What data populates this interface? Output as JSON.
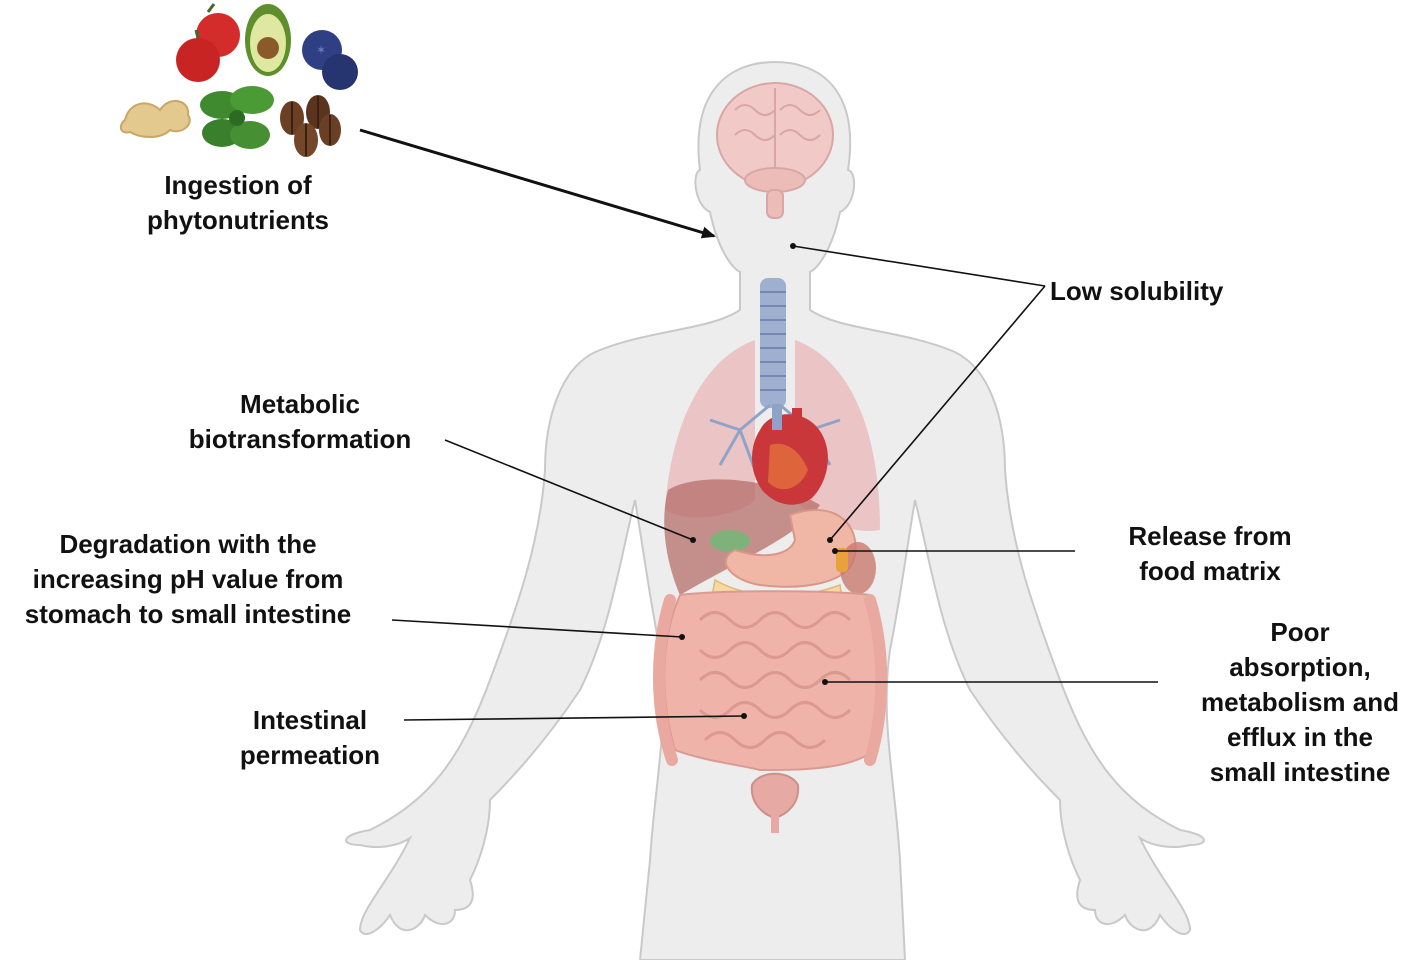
{
  "labels": {
    "ingestion": [
      "Ingestion of",
      "phytonutrients"
    ],
    "low_solubility": [
      "Low solubility"
    ],
    "metabolic": [
      "Metabolic",
      "biotransformation"
    ],
    "release": [
      "Release from",
      "food matrix"
    ],
    "degradation": [
      "Degradation with the",
      "increasing pH value from",
      "stomach to small intestine"
    ],
    "poor_absorption": [
      "Poor",
      "absorption,",
      "metabolism and",
      "efflux in the",
      "small intestine"
    ],
    "intestinal": [
      "Intestinal",
      "permeation"
    ]
  },
  "colors": {
    "body_fill": "#ededed",
    "body_stroke": "#c9c9c9",
    "brain": "#f1c9c6",
    "lungs": "#e9b6b8",
    "trachea": "#8fa3c9",
    "heart": "#c9373a",
    "liver": "#b56f6a",
    "stomach": "#f0b7a7",
    "intestine": "#f0b3aa",
    "gallbladder": "#7fb27a",
    "pointer_line": "#111111"
  }
}
